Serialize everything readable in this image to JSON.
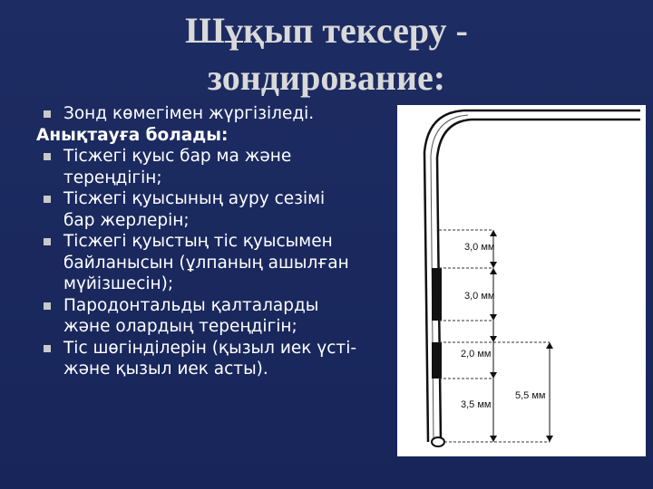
{
  "title_line1": "Шұқып тексеру -",
  "title_line2": "зондирование:",
  "intro": "Зонд көмегімен жүргізіледі.",
  "subheading": "Анықтауға болады:",
  "items": [
    {
      "line1": "Тісжегі қуыс бар ма және",
      "line2": "тереңдігін;"
    },
    {
      "line1": "Тісжегі қуысының ауру сезімі",
      "line2": "бар жерлерін;"
    },
    {
      "line1": "Тісжегі қуыстың тіс қуысымен",
      "line2": "байланысын (ұлпаның ашылған",
      "line3": "мүйізшесін);"
    },
    {
      "line1": "Пародонтальды қалталарды",
      "line2": "және олардың тереңдігін;"
    },
    {
      "line1": "Тіс шөгінділерін (қызыл иек үсті-",
      "line2": "және қызыл иек асты)."
    }
  ],
  "figure": {
    "labels": [
      "3,0 мм",
      "3,0 мм",
      "2,0 мм",
      "3,5 мм",
      "5,5 мм"
    ]
  },
  "colors": {
    "background": "#1b2a5e",
    "title": "#d9d9d9",
    "text": "#ffffff",
    "bullet": "#c9c9c9"
  }
}
